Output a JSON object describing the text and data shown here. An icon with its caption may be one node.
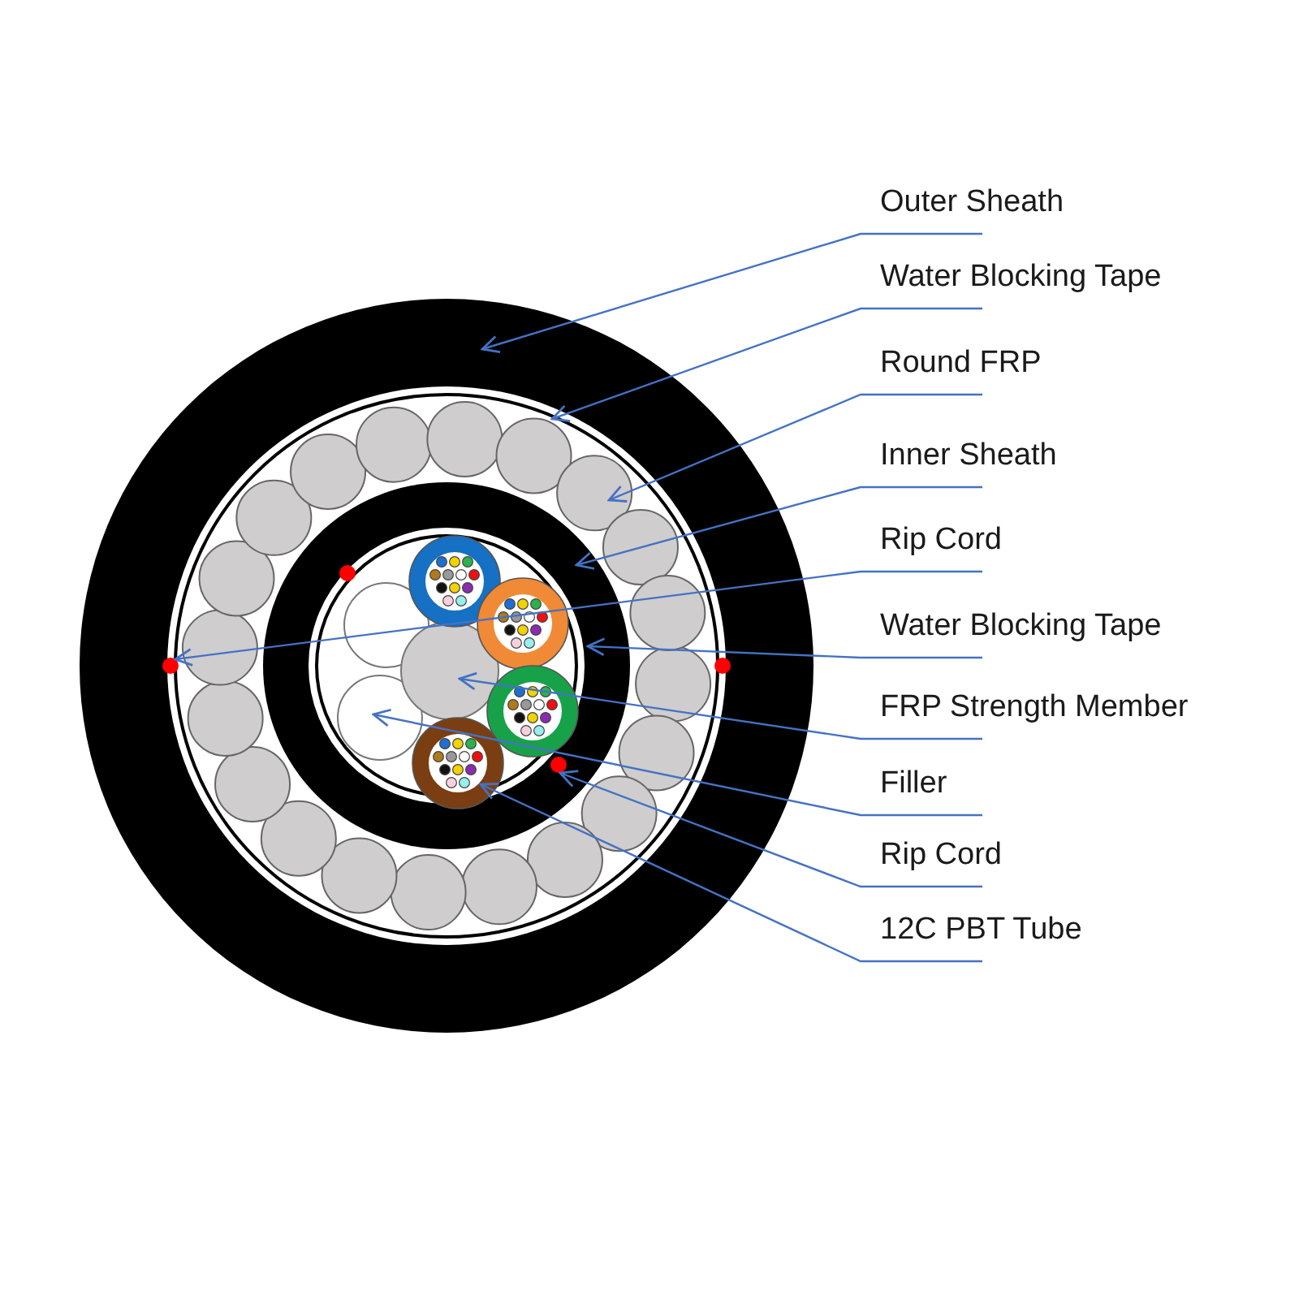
{
  "diagram": {
    "nodes": [
      {
        "text": [
          "Outer Sheath"
        ]
      },
      {
        "text": [
          "Water Blocking Tape"
        ]
      },
      {
        "text": [
          "Round FRP"
        ]
      },
      {
        "text": [
          "Inner Sheath"
        ]
      },
      {
        "text": [
          "Rip Cord"
        ]
      },
      {
        "text": [
          "Water Blocking Tape"
        ]
      },
      {
        "text": [
          "FRP Strength Member"
        ]
      },
      {
        "text": [
          "Filler"
        ]
      },
      {
        "text": [
          "Rip Cord"
        ]
      },
      {
        "text": [
          "12C PBT Tube"
        ]
      }
    ],
    "edges": [
      {
        "from": 0,
        "to": null,
        "arrow": "to"
      },
      {
        "from": 1,
        "to": null,
        "arrow": "to"
      },
      {
        "from": 2,
        "to": null,
        "arrow": "to"
      },
      {
        "from": 3,
        "to": null,
        "arrow": "to"
      },
      {
        "from": 4,
        "to": null,
        "arrow": "to"
      },
      {
        "from": 5,
        "to": null,
        "arrow": "to"
      },
      {
        "from": 6,
        "to": null,
        "arrow": "to"
      },
      {
        "from": 7,
        "to": null,
        "arrow": "to"
      },
      {
        "from": 8,
        "to": null,
        "arrow": "to"
      },
      {
        "from": 9,
        "to": null,
        "arrow": "to"
      }
    ]
  }
}
